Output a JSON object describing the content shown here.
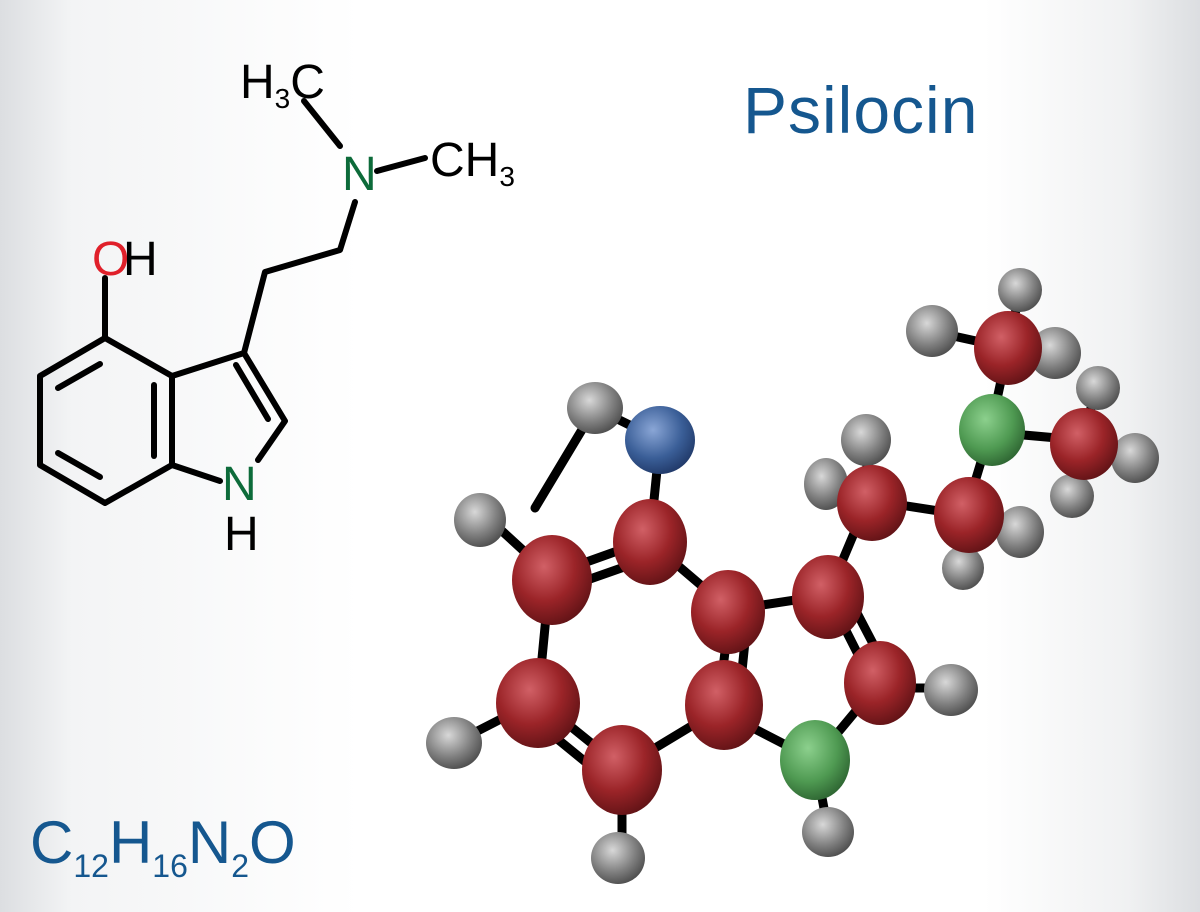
{
  "title": "Psilocin",
  "formula": {
    "parts": [
      {
        "el": "C",
        "n": "12"
      },
      {
        "el": "H",
        "n": "16"
      },
      {
        "el": "N",
        "n": "2"
      },
      {
        "el": "O",
        "n": ""
      }
    ]
  },
  "structure_labels": {
    "methyl_top": "H3C",
    "amine_n": "N",
    "methyl_right": "CH3",
    "hydroxyl_o": "O",
    "hydroxyl_h": "H",
    "indole_n": "N",
    "indole_h": "H"
  },
  "colors": {
    "title": "#15578f",
    "nitrogen": "#0d6b3a",
    "oxygen": "#e0202a",
    "carbon_ball": "#9b2428",
    "hydrogen_ball": "#7f7f7f",
    "nitrogen_ball": "#4f9a52",
    "oxygen_ball": "#3a5e97"
  }
}
